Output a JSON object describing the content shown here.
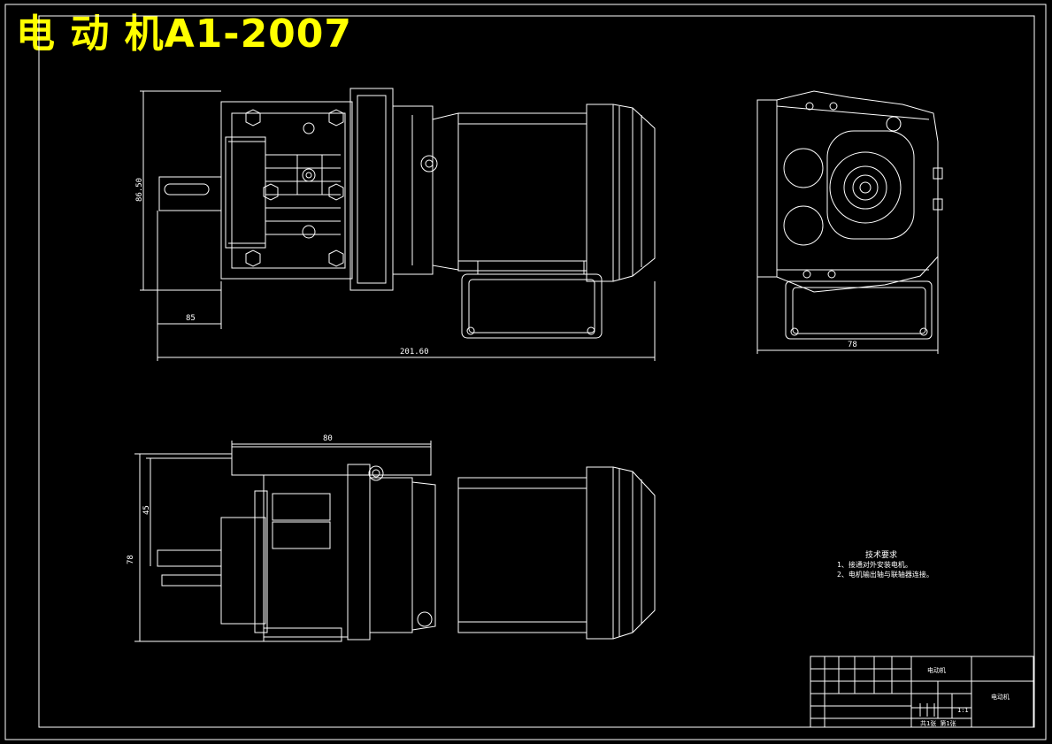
{
  "header": {
    "title": "电 动 机A1-2007"
  },
  "colors": {
    "background": "#000000",
    "line": "#ffffff",
    "title": "#ffff00"
  },
  "dimensions": {
    "front_height": "86.50",
    "shaft_length": "85",
    "overall_length": "201.60",
    "side_width": "78",
    "top_width": "80",
    "top_inner": "45",
    "top_height": "78"
  },
  "notes": {
    "heading": "技术要求",
    "items": [
      "1、接通对外安装电机。",
      "2、电机输出轴与联轴器连接。"
    ]
  },
  "title_block": {
    "drawing_name": "电动机",
    "scale": "1:1",
    "sheet": "共1张 第1张",
    "part_label": "电动机"
  }
}
